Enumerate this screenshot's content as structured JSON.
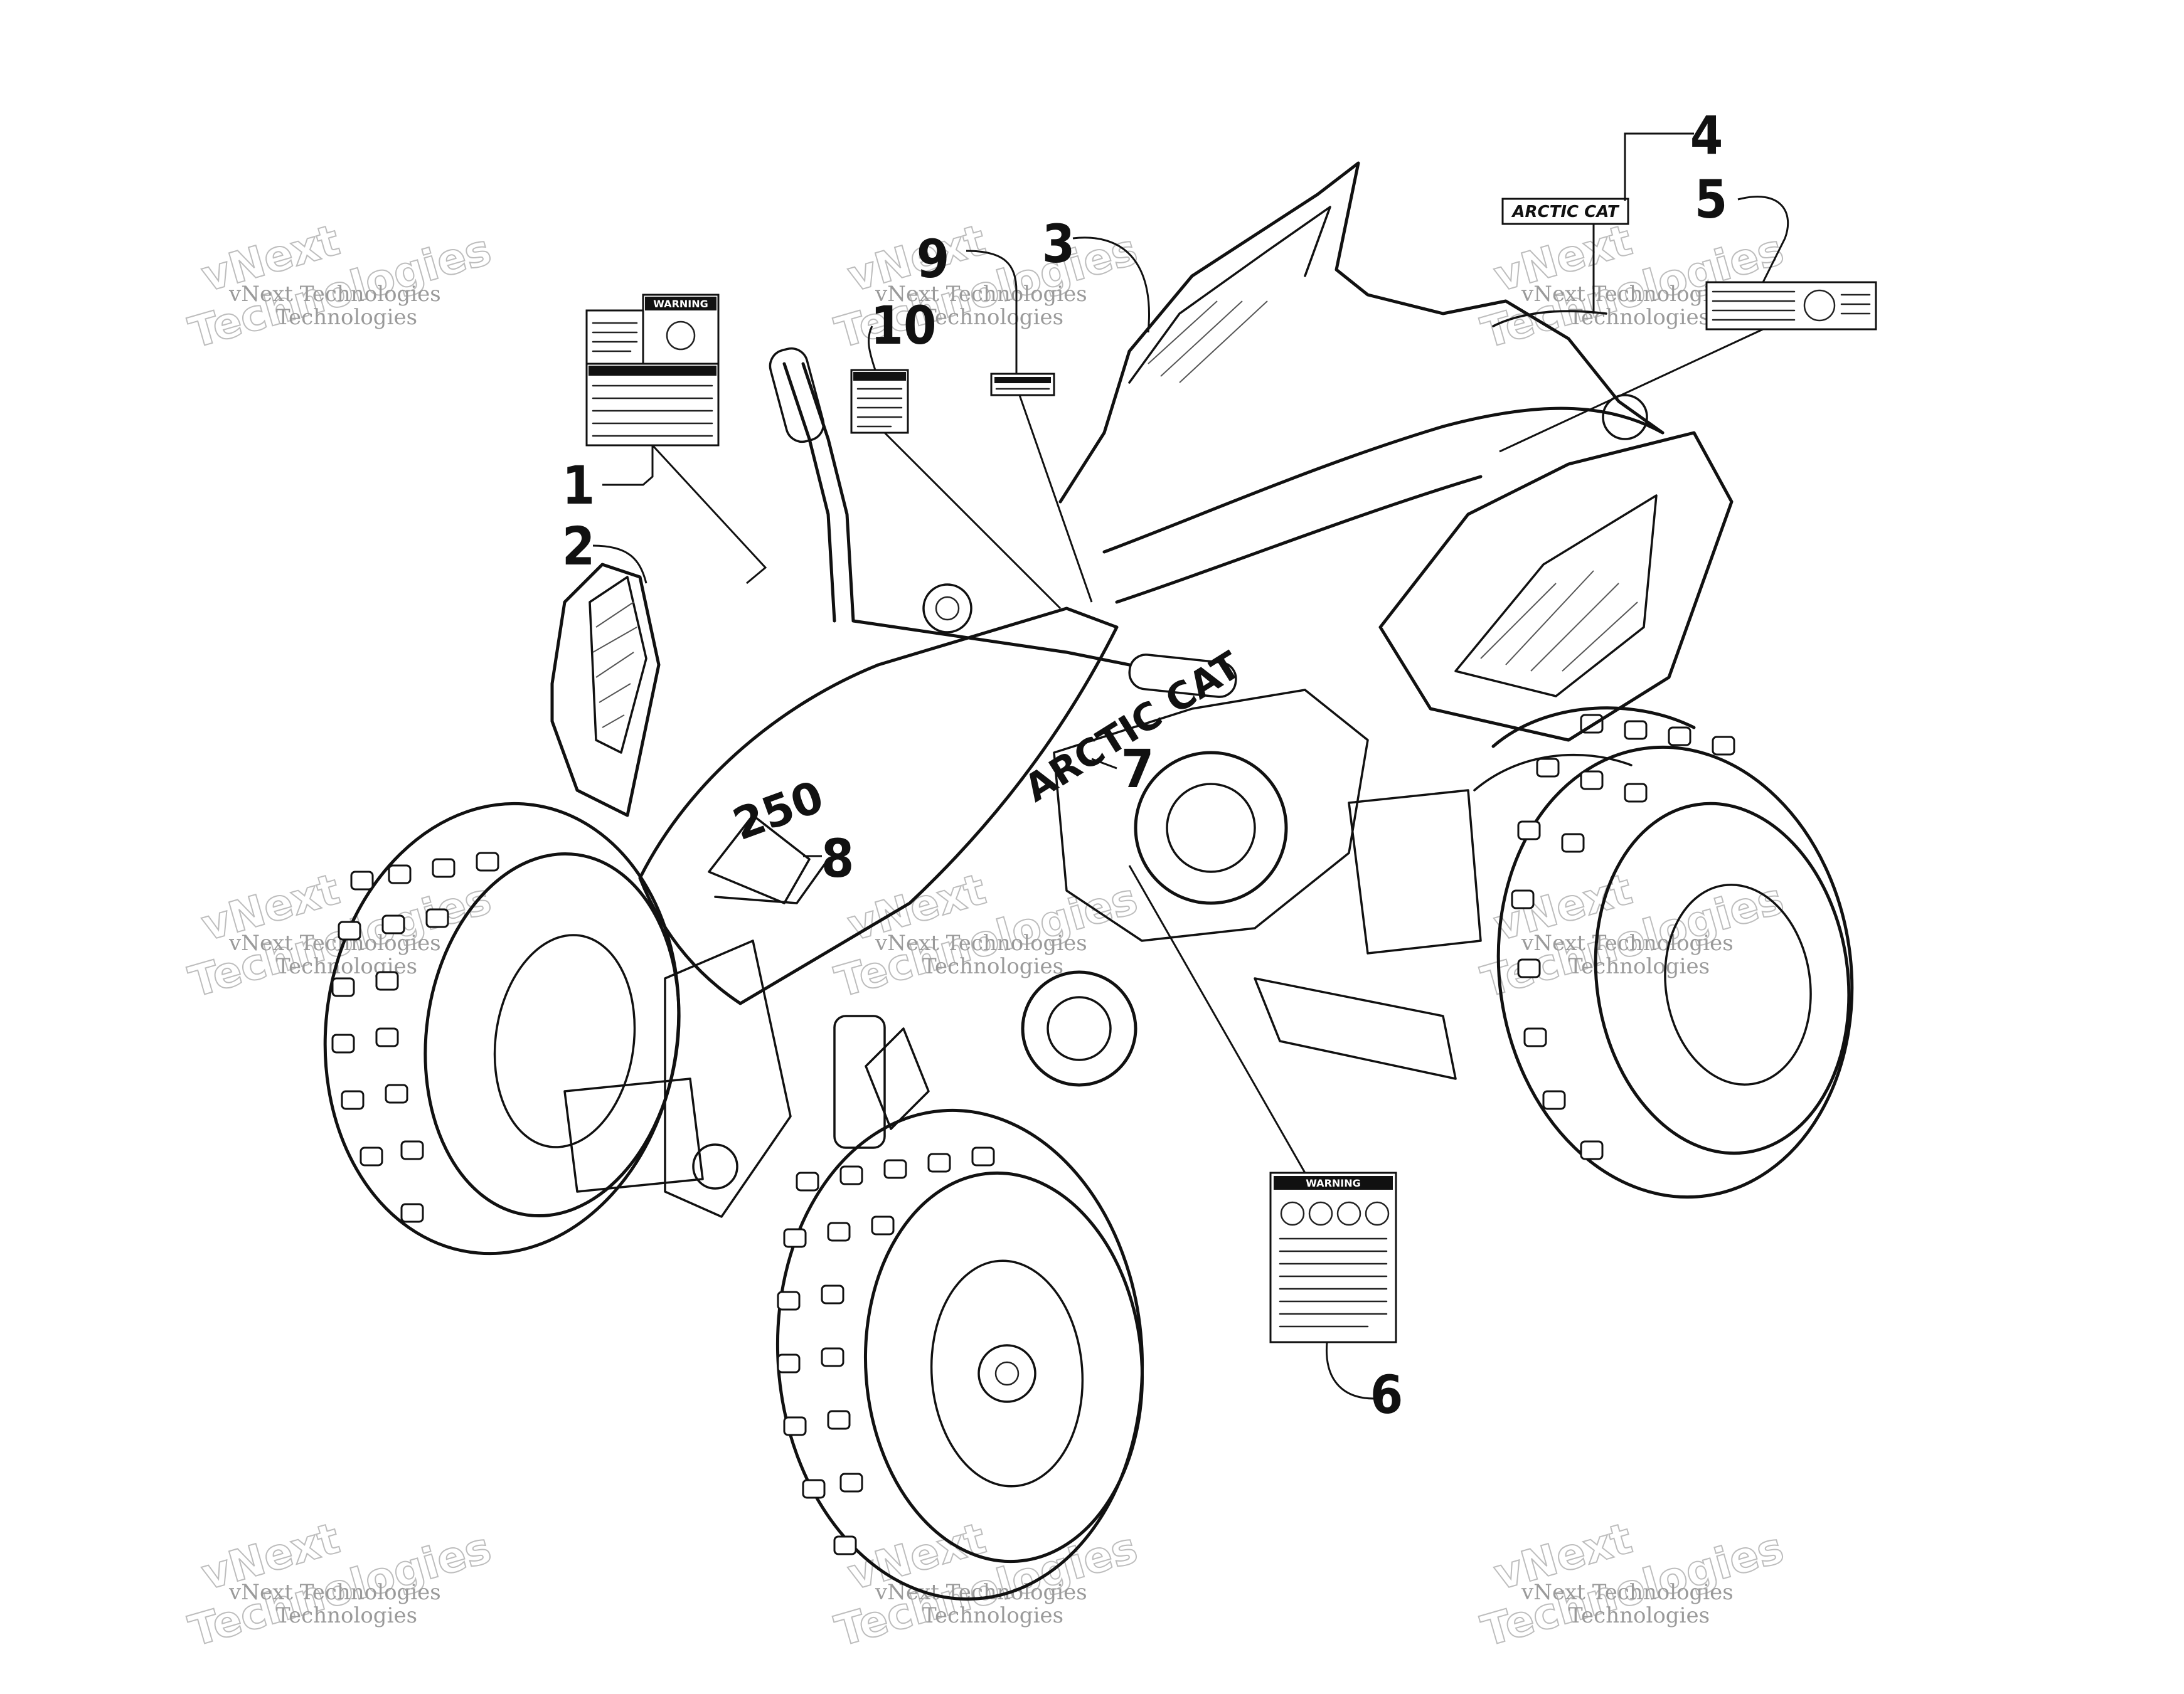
{
  "callouts": [
    {
      "id": "1",
      "label": "1"
    },
    {
      "id": "2",
      "label": "2"
    },
    {
      "id": "3",
      "label": "3"
    },
    {
      "id": "4",
      "label": "4"
    },
    {
      "id": "5",
      "label": "5"
    },
    {
      "id": "6",
      "label": "6"
    },
    {
      "id": "7",
      "label": "7"
    },
    {
      "id": "8",
      "label": "8"
    },
    {
      "id": "9",
      "label": "9"
    },
    {
      "id": "10",
      "label": "10"
    }
  ],
  "decals": {
    "brand": "ARCTIC CAT",
    "warning": "WARNING",
    "model_number": "250"
  },
  "watermark": {
    "line1": "vNext Technologies",
    "line2": "vNext",
    "line3": "Technologies"
  }
}
